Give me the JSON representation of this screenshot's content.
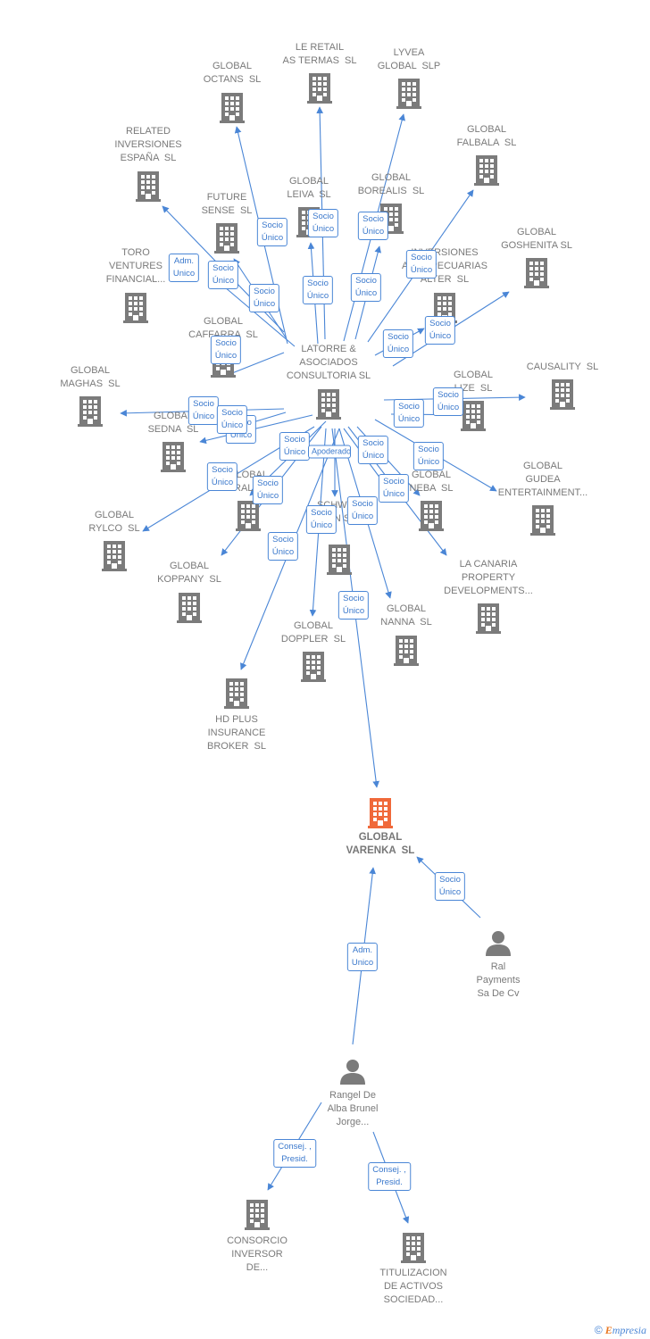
{
  "diagram": {
    "colors": {
      "edge": "#4a86d6",
      "building": "#7b7b7b",
      "focus_building": "#f0693a",
      "person": "#7b7b7b",
      "label": "#7a7a7a"
    },
    "nodes": [
      {
        "id": "global-octans",
        "label": "GLOBAL\nOCTANS  SL",
        "icon": "building-icon"
      },
      {
        "id": "le-retail",
        "label": "LE RETAIL\nAS TERMAS  SL",
        "icon": "building-icon"
      },
      {
        "id": "lyvea",
        "label": "LYVEA\nGLOBAL  SLP",
        "icon": "building-icon"
      },
      {
        "id": "related",
        "label": "RELATED\nINVERSIONES\nESPAÑA  SL",
        "icon": "building-icon"
      },
      {
        "id": "global-falbala",
        "label": "GLOBAL\nFALBALA  SL",
        "icon": "building-icon"
      },
      {
        "id": "global-leiva",
        "label": "GLOBAL\nLEIVA  SL",
        "icon": "building-icon"
      },
      {
        "id": "global-borealis",
        "label": "GLOBAL\nBOREALIS  SL",
        "icon": "building-icon"
      },
      {
        "id": "future-sense",
        "label": "FUTURE\nSENSE  SL",
        "icon": "building-icon"
      },
      {
        "id": "global-goshenita",
        "label": "GLOBAL\nGOSHENITA SL",
        "icon": "building-icon"
      },
      {
        "id": "toro-ventures",
        "label": "TORO\nVENTURES\nFINANCIAL...",
        "icon": "building-icon"
      },
      {
        "id": "inversiones-alter",
        "label": "INVERSIONES\nAGROPECUARIAS\nALTER  SL",
        "icon": "building-icon"
      },
      {
        "id": "global-caffarra",
        "label": "GLOBAL\nCAFFARRA  SL",
        "icon": "building-icon"
      },
      {
        "id": "latorre",
        "label": "LATORRE &\nASOCIADOS\nCONSULTORIA SL",
        "icon": "building-icon"
      },
      {
        "id": "global-maghas",
        "label": "GLOBAL\nMAGHAS  SL",
        "icon": "building-icon"
      },
      {
        "id": "causality",
        "label": "CAUSALITY  SL",
        "icon": "building-icon"
      },
      {
        "id": "global-lize",
        "label": "GLOBAL\nLIZE  SL",
        "icon": "building-icon"
      },
      {
        "id": "global-sedna",
        "label": "GLOBAL\nSEDNA  SL",
        "icon": "building-icon"
      },
      {
        "id": "global-gudea",
        "label": "GLOBAL\nGUDEA\nENTERTAINMENT...",
        "icon": "building-icon"
      },
      {
        "id": "global-oral",
        "label": "GLOBAL\nORAL  SL",
        "icon": "building-icon"
      },
      {
        "id": "global-neba",
        "label": "GLOBAL\nNEBA  SL",
        "icon": "building-icon"
      },
      {
        "id": "global-rylco",
        "label": "GLOBAL\nRYLCO  SL",
        "icon": "building-icon"
      },
      {
        "id": "schwe",
        "label": "SCHWE...\n...IN SL",
        "icon": "building-icon"
      },
      {
        "id": "la-canaria",
        "label": "LA CANARIA\nPROPERTY\nDEVELOPMENTS...",
        "icon": "building-icon"
      },
      {
        "id": "global-koppany",
        "label": "GLOBAL\nKOPPANY  SL",
        "icon": "building-icon"
      },
      {
        "id": "global-nanna",
        "label": "GLOBAL\nNANNA  SL",
        "icon": "building-icon"
      },
      {
        "id": "global-doppler",
        "label": "GLOBAL\nDOPPLER  SL",
        "icon": "building-icon"
      },
      {
        "id": "hd-plus",
        "label": "HD PLUS\nINSURANCE\nBROKER  SL",
        "icon": "building-icon"
      },
      {
        "id": "global-varenka",
        "label": "GLOBAL\nVARENKA  SL",
        "icon": "building-icon",
        "focus": true
      },
      {
        "id": "ral-payments",
        "label": "Ral\nPayments\nSa De Cv",
        "icon": "person-icon"
      },
      {
        "id": "rangel",
        "label": "Rangel De\nAlba Brunel\nJorge...",
        "icon": "person-icon"
      },
      {
        "id": "consorcio",
        "label": "CONSORCIO\nINVERSOR\nDE...",
        "icon": "building-icon"
      },
      {
        "id": "titulizacion",
        "label": "TITULIZACION\nDE ACTIVOS\nSOCIEDAD...",
        "icon": "building-icon"
      }
    ],
    "edge_badges": [
      {
        "id": "b1",
        "text": "Socio\nÚnico"
      },
      {
        "id": "b2",
        "text": "Socio\nÚnico"
      },
      {
        "id": "b3",
        "text": "Socio\nÚnico"
      },
      {
        "id": "b4",
        "text": "Adm.\nUnico"
      },
      {
        "id": "b5",
        "text": "Socio\nÚnico"
      },
      {
        "id": "b6",
        "text": "Socio\nÚnico"
      },
      {
        "id": "b7",
        "text": "Socio\nÚnico"
      },
      {
        "id": "b8",
        "text": "Socio\nÚnico"
      },
      {
        "id": "b9",
        "text": "Socio\nÚnico"
      },
      {
        "id": "b10",
        "text": "Socio\nÚnico"
      },
      {
        "id": "b11",
        "text": "Socio\nÚnico"
      },
      {
        "id": "b12",
        "text": "Socio\nÚnico"
      },
      {
        "id": "b13",
        "text": "Socio\nÚnico"
      },
      {
        "id": "b14",
        "text": "Socio\nÚnico"
      },
      {
        "id": "b15",
        "text": "Socio\nÚnico"
      },
      {
        "id": "b16",
        "text": "Socio\nÚnico"
      },
      {
        "id": "b17",
        "text": "Socio\nÚnico"
      },
      {
        "id": "b18",
        "text": "Socio\nÚnico"
      },
      {
        "id": "b19",
        "text": "Socio\nÚnico"
      },
      {
        "id": "b20",
        "text": "Socio\nÚnico"
      },
      {
        "id": "b21",
        "text": "Socio\nÚnico"
      },
      {
        "id": "b22",
        "text": "Socio\nÚnico"
      },
      {
        "id": "b23",
        "text": "Socio\nÚnico"
      },
      {
        "id": "b24",
        "text": "Socio\nÚnico"
      },
      {
        "id": "b25",
        "text": "Socio\nÚnico"
      },
      {
        "id": "b26",
        "text": "Socio\nÚnico"
      },
      {
        "id": "b27",
        "text": "Socio\nÚnico"
      },
      {
        "id": "b28",
        "text": "Socio\nÚnico"
      },
      {
        "id": "b29",
        "text": "Adm.\nUnico"
      },
      {
        "id": "b30",
        "text": "Consej. ,\nPresid."
      },
      {
        "id": "b31",
        "text": "Consej. ,\nPresid."
      },
      {
        "id": "b32",
        "text": "Apoderado ...icepres."
      }
    ]
  },
  "footer": {
    "copyright": "©",
    "brand_initial": "E",
    "brand_rest": "mpresia"
  }
}
